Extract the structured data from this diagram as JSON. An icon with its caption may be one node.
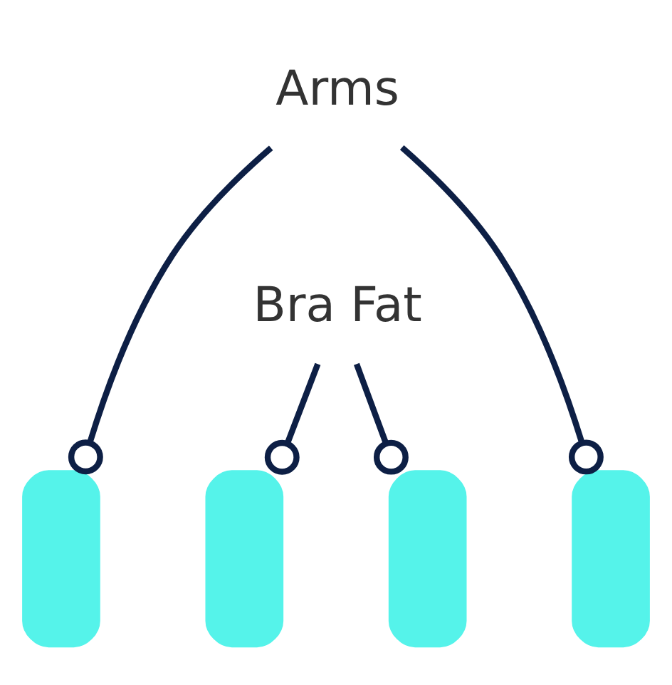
{
  "diagram": {
    "nodes": [
      {
        "text": [
          "Arms"
        ]
      },
      {
        "text": [
          "Bra Fat"
        ]
      },
      {
        "text": [],
        "shape": "box"
      },
      {
        "text": [],
        "shape": "box"
      },
      {
        "text": [],
        "shape": "box"
      },
      {
        "text": [],
        "shape": "box"
      }
    ],
    "edges": [
      {
        "from": 0,
        "to": 2,
        "arrow": "other"
      },
      {
        "from": 0,
        "to": 5,
        "arrow": "other"
      },
      {
        "from": 1,
        "to": 3,
        "arrow": "other"
      },
      {
        "from": 1,
        "to": 4,
        "arrow": "other"
      }
    ]
  }
}
